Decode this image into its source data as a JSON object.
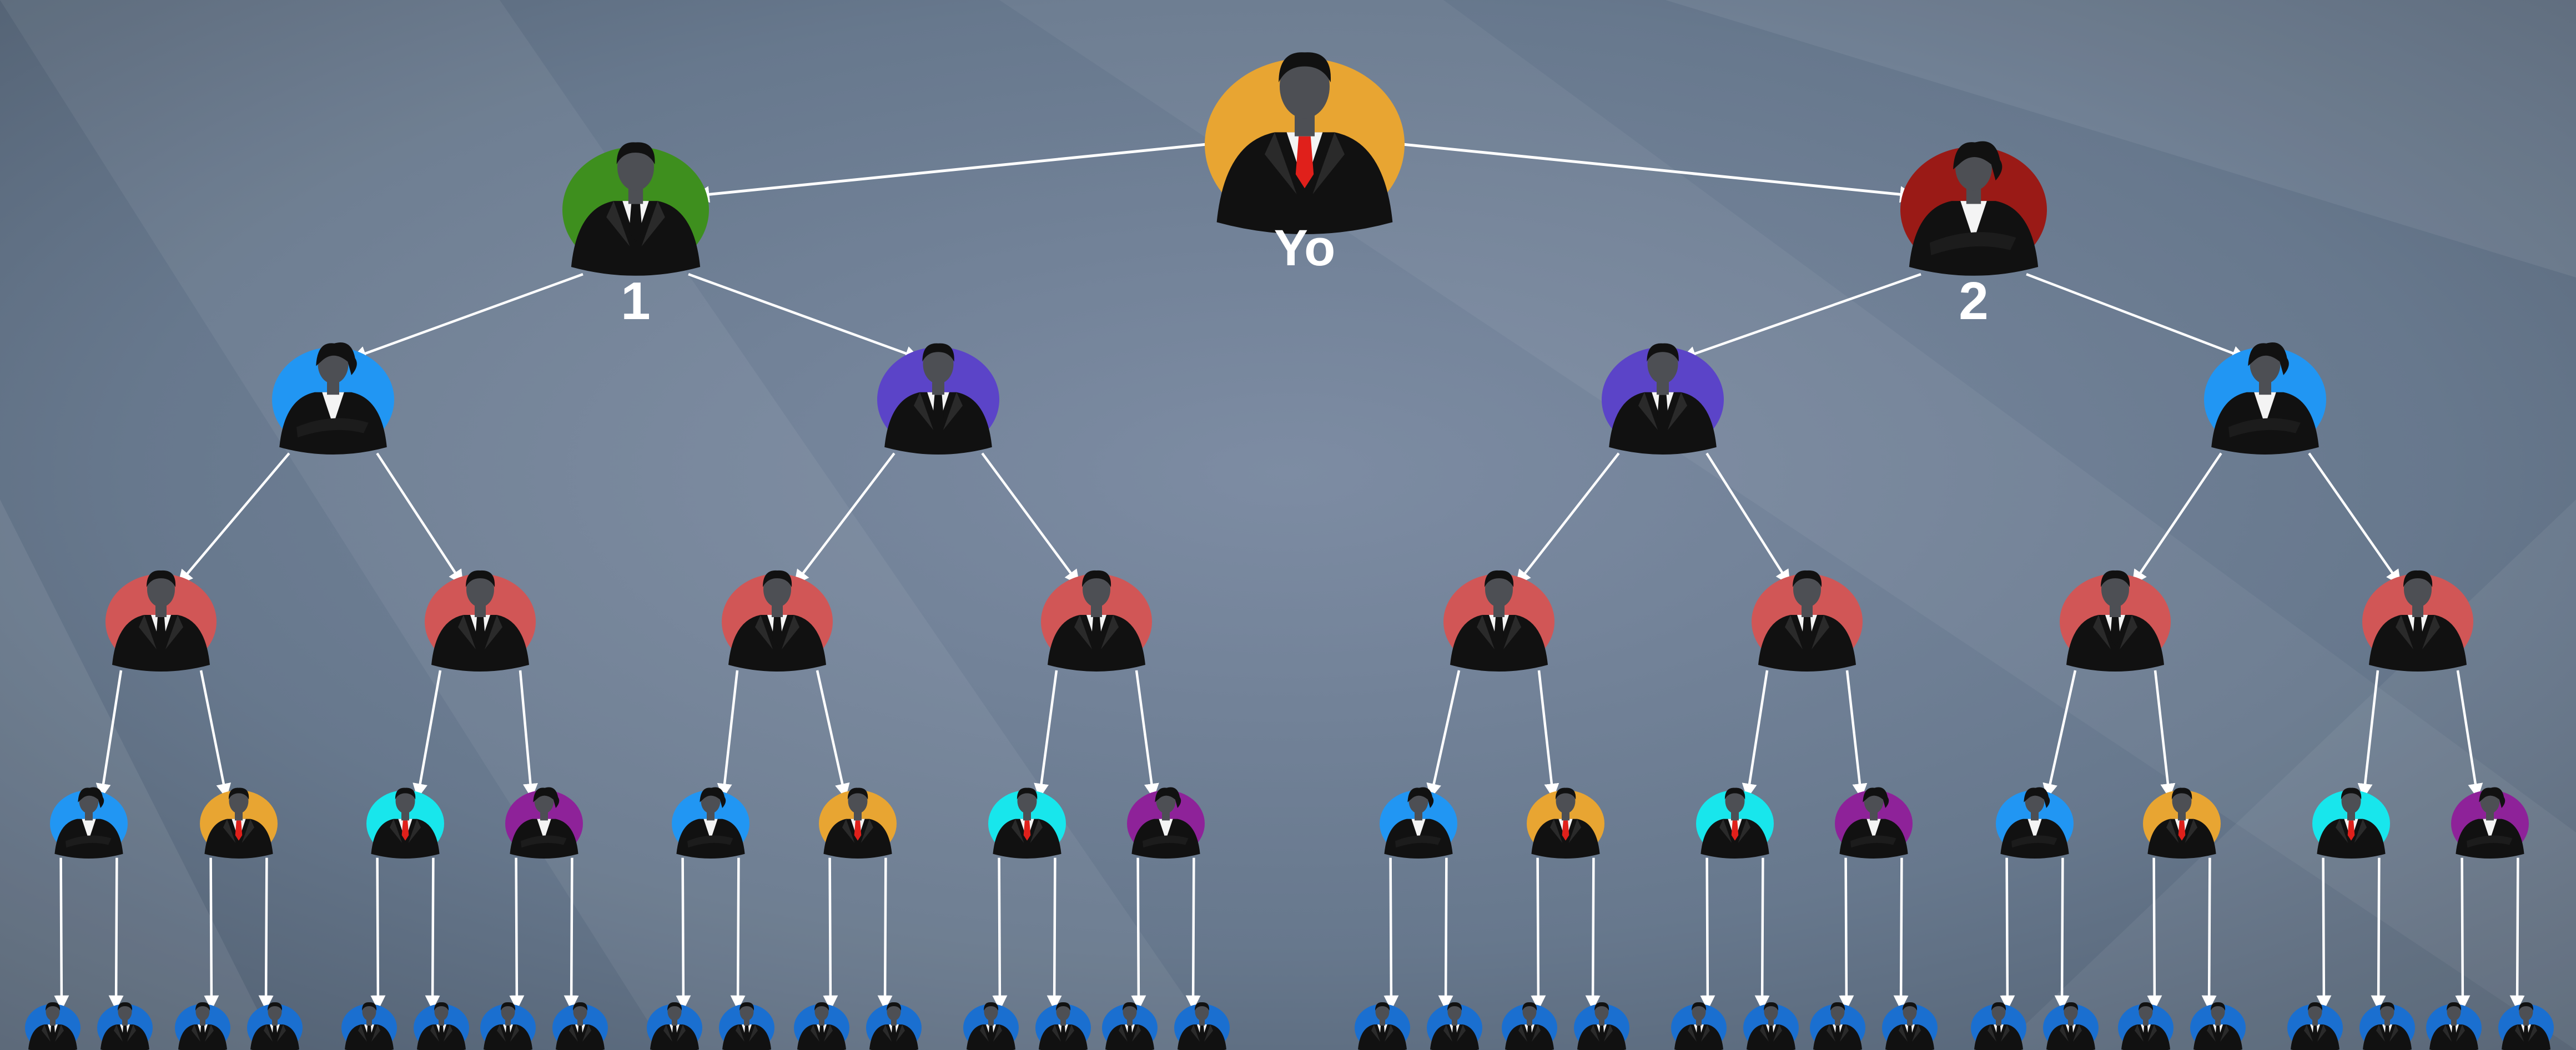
{
  "diagram": {
    "type": "tree",
    "title": "",
    "labels": {
      "root": "Yo",
      "left_child": "1",
      "right_child": "2"
    },
    "levels": [
      {
        "level": 0,
        "count": 1,
        "colors": [
          "#e8a532"
        ],
        "figures": [
          "man-red-tie"
        ]
      },
      {
        "level": 1,
        "count": 2,
        "colors": [
          "#3e8f1e",
          "#9a1a16"
        ],
        "figures": [
          "man-black-tie",
          "woman"
        ]
      },
      {
        "level": 2,
        "count": 4,
        "colors": [
          "#2196f3",
          "#5b44c8",
          "#5b44c8",
          "#2196f3"
        ],
        "figures": [
          "woman",
          "man-black-tie",
          "man-black-tie",
          "woman"
        ]
      },
      {
        "level": 3,
        "count": 8,
        "colors": [
          "#d15656"
        ],
        "figures": [
          "man-black-tie"
        ]
      },
      {
        "level": 4,
        "count": 16,
        "color_cycle": [
          "#2196f3",
          "#e8a532",
          "#18e6ec",
          "#8e2299"
        ],
        "figure_cycle": [
          "woman",
          "man-red-tie",
          "man-red-tie",
          "woman"
        ]
      },
      {
        "level": 5,
        "count": 32,
        "colors": [
          "#1a6fd0"
        ],
        "figures": [
          "man-black-tie"
        ]
      }
    ]
  },
  "colors": {
    "background_dark": "#4f5d6e",
    "background_light": "#7d8ca3",
    "arrow": "#ffffff",
    "label": "#ffffff",
    "suit": "#111111",
    "head": "#4d4f54"
  }
}
